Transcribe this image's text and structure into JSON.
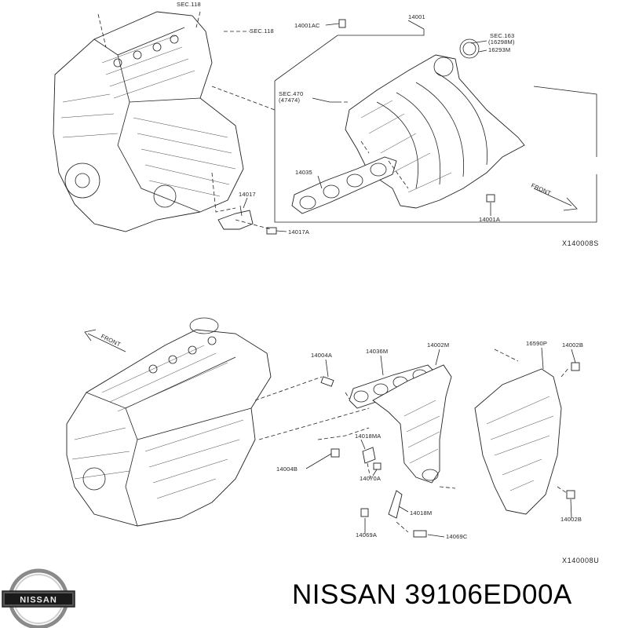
{
  "logo_text": "NISSAN",
  "title": "NISSAN 39106ED00A",
  "top_diagram": {
    "code": "X140008S",
    "front_label": "FRONT",
    "labels": {
      "sec118_a": "SEC.118",
      "sec118_b": "SEC.118",
      "p14001ac": "14001AC",
      "p14001": "14001",
      "sec163": "SEC.163",
      "sec163_sub": "(16298M)",
      "p16293m": "16293M",
      "sec470": "SEC.470",
      "sec470_sub": "(47474)",
      "p14035": "14035",
      "p14017": "14017",
      "p14017a": "14017A",
      "p14001a": "14001A"
    }
  },
  "bottom_diagram": {
    "code": "X140008U",
    "front_label": "FRONT",
    "labels": {
      "p14004a": "14004A",
      "p14036m": "14036M",
      "p14002m": "14002M",
      "p16590p": "16590P",
      "p14002b_top": "14002B",
      "p14018ma": "14018MA",
      "p14004b": "14004B",
      "p14070a": "14070A",
      "p14018m": "14018M",
      "p14069a": "14069A",
      "p14069c": "14069C",
      "p14002b_bottom": "14002B"
    }
  }
}
